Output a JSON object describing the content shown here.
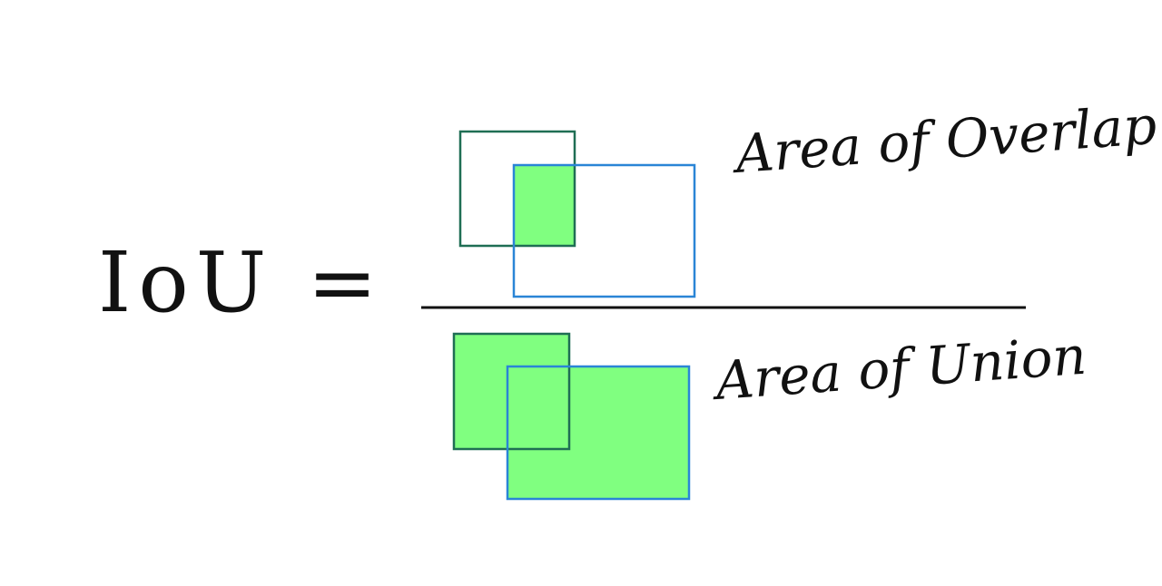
{
  "formula": {
    "lhs": "IoU ="
  },
  "numerator": {
    "label": "Area of Overlap"
  },
  "denominator": {
    "label": "Area of Union"
  },
  "colors": {
    "box_a": "#1f6e54",
    "box_b": "#2a85d6",
    "fill": "#80ff80",
    "ink": "#111111",
    "background": "#ffffff"
  }
}
